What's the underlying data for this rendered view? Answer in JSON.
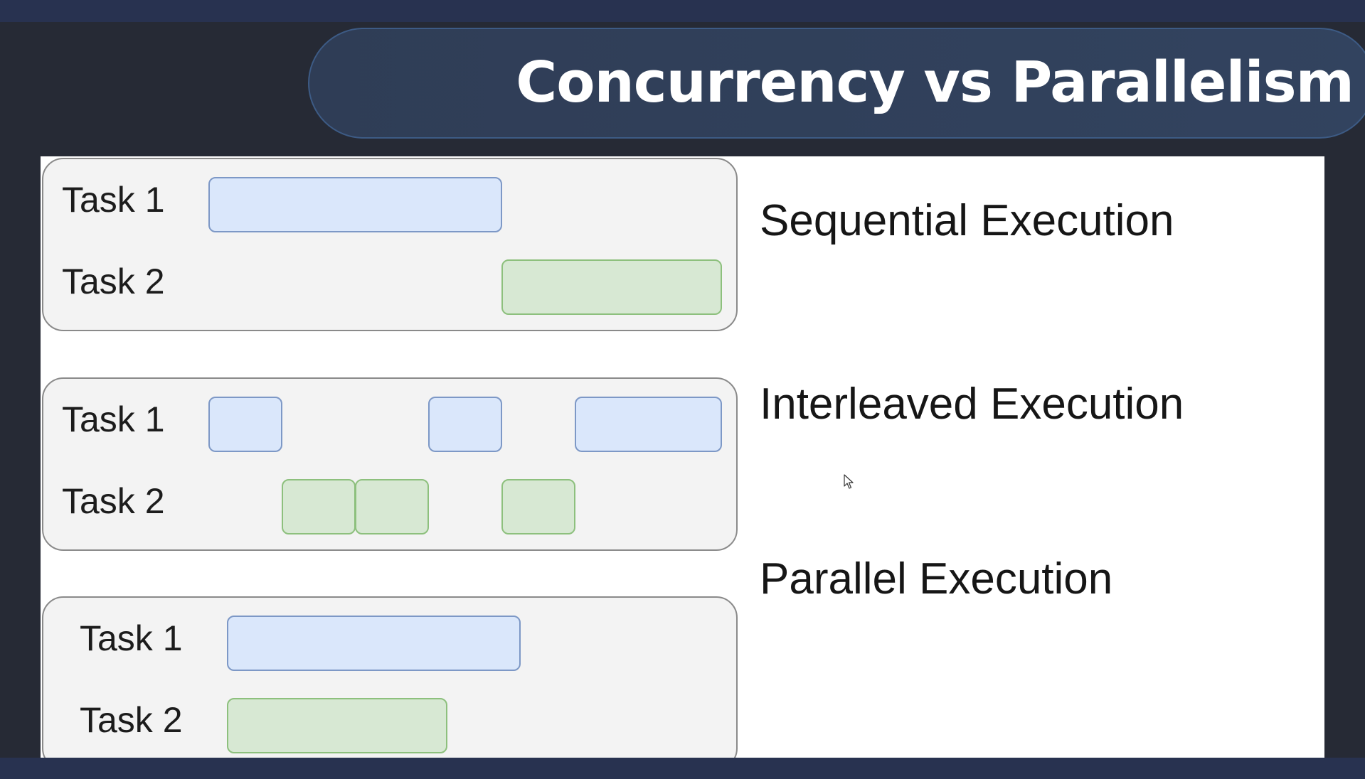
{
  "title": "Concurrency vs Parallelism",
  "colors": {
    "task1_fill": "#dae7fb",
    "task1_border": "#7d98c6",
    "task2_fill": "#d7e8d3",
    "task2_border": "#8dc07d",
    "title_banner": "#32435f",
    "background": "#262a35"
  },
  "diagrams": [
    {
      "label": "Sequential Execution",
      "tasks": [
        {
          "label": "Task 1",
          "segments": [
            [
              0,
              4
            ]
          ]
        },
        {
          "label": "Task 2",
          "segments": [
            [
              4,
              7
            ]
          ]
        }
      ]
    },
    {
      "label": "Interleaved Execution",
      "tasks": [
        {
          "label": "Task 1",
          "segments": [
            [
              0,
              1
            ],
            [
              3,
              4
            ],
            [
              5,
              7
            ]
          ]
        },
        {
          "label": "Task 2",
          "segments": [
            [
              1,
              2
            ],
            [
              2,
              3
            ],
            [
              4,
              5
            ]
          ]
        }
      ]
    },
    {
      "label": "Parallel Execution",
      "tasks": [
        {
          "label": "Task 1",
          "segments": [
            [
              0,
              4
            ]
          ]
        },
        {
          "label": "Task 2",
          "segments": [
            [
              0,
              3
            ]
          ]
        }
      ]
    }
  ],
  "cursor": "mouse-pointer-icon"
}
